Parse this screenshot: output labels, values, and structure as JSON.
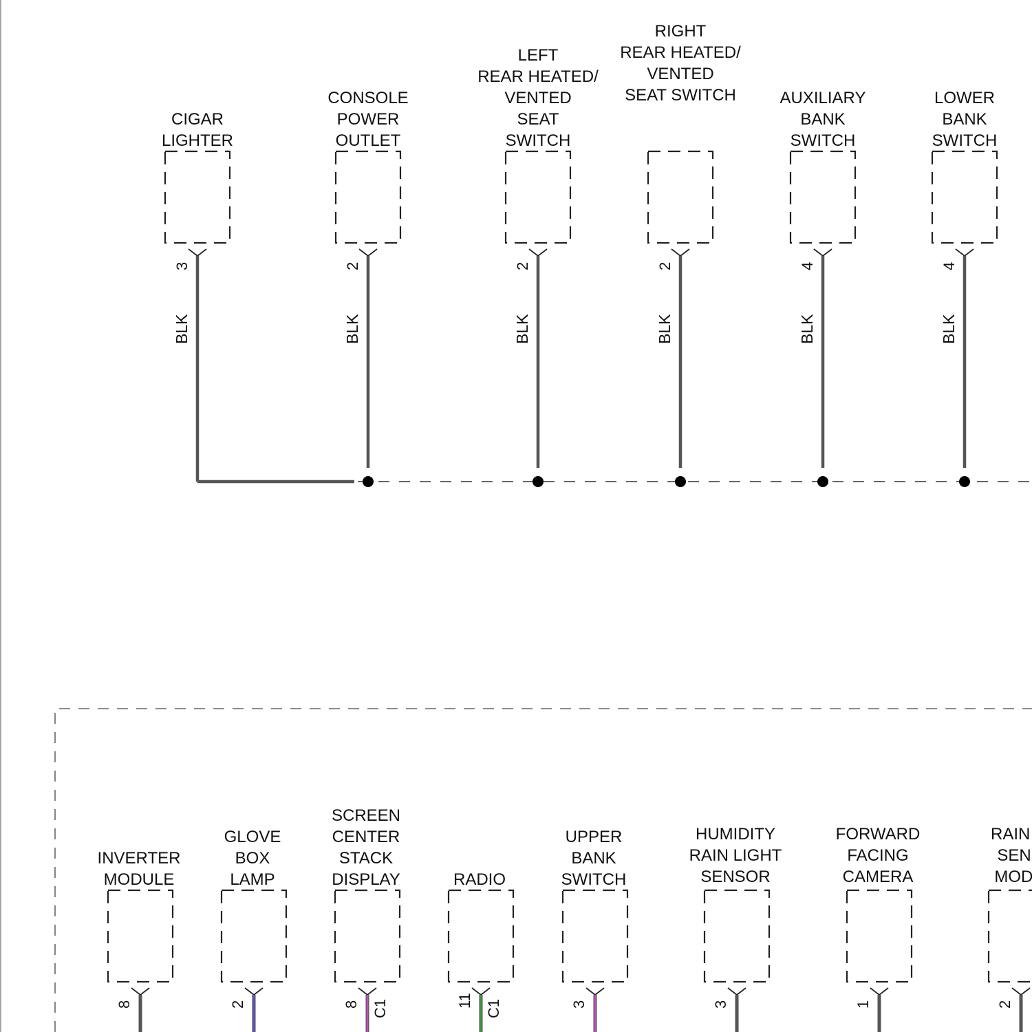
{
  "top_row": {
    "components": [
      {
        "name": "cigar-lighter",
        "label": [
          "CIGAR",
          "LIGHTER"
        ],
        "pin": "3",
        "wire_color": "BLK"
      },
      {
        "name": "console-power-outlet",
        "label": [
          "CONSOLE",
          "POWER",
          "OUTLET"
        ],
        "pin": "2",
        "wire_color": "BLK"
      },
      {
        "name": "left-rear-heated-vented-seat-switch",
        "label": [
          "LEFT",
          "REAR HEATED/",
          "VENTED",
          "SEAT",
          "SWITCH"
        ],
        "pin": "2",
        "wire_color": "BLK"
      },
      {
        "name": "right-rear-heated-vented-seat-switch",
        "label": [
          "RIGHT",
          "REAR HEATED/",
          "VENTED",
          "SEAT SWITCH"
        ],
        "pin": "2",
        "wire_color": "BLK"
      },
      {
        "name": "auxiliary-bank-switch",
        "label": [
          "AUXILIARY",
          "BANK",
          "SWITCH"
        ],
        "pin": "4",
        "wire_color": "BLK"
      },
      {
        "name": "lower-bank-switch",
        "label": [
          "LOWER",
          "BANK",
          "SWITCH"
        ],
        "pin": "4",
        "wire_color": "BLK"
      }
    ]
  },
  "bottom_row": {
    "components": [
      {
        "name": "inverter-module",
        "label": [
          "INVERTER",
          "MODULE"
        ],
        "pin": "8",
        "connector": "",
        "wire_hex": "#555555"
      },
      {
        "name": "glove-box-lamp",
        "label": [
          "GLOVE",
          "BOX",
          "LAMP"
        ],
        "pin": "2",
        "connector": "",
        "wire_hex": "#5b4fd6"
      },
      {
        "name": "screen-center-stack-display",
        "label": [
          "SCREEN",
          "CENTER",
          "STACK",
          "DISPLAY"
        ],
        "pin": "8",
        "connector": "C1",
        "wire_hex": "#c04cc0"
      },
      {
        "name": "radio",
        "label": [
          "RADIO"
        ],
        "pin": "11",
        "connector": "C1",
        "wire_hex": "#3c9a3c"
      },
      {
        "name": "upper-bank-switch",
        "label": [
          "UPPER",
          "BANK",
          "SWITCH"
        ],
        "pin": "3",
        "connector": "",
        "wire_hex": "#c04cc0"
      },
      {
        "name": "humidity-rain-light-sensor",
        "label": [
          "HUMIDITY",
          "RAIN LIGHT",
          "SENSOR"
        ],
        "pin": "3",
        "connector": "",
        "wire_hex": "#555555"
      },
      {
        "name": "forward-facing-camera",
        "label": [
          "FORWARD",
          "FACING",
          "CAMERA"
        ],
        "pin": "1",
        "connector": "",
        "wire_hex": "#555555"
      },
      {
        "name": "rain-light-sensor-module",
        "label": [
          "RAIN LI",
          "SENS",
          "MODU"
        ],
        "pin": "2",
        "connector": "",
        "wire_hex": "#555555"
      }
    ]
  }
}
